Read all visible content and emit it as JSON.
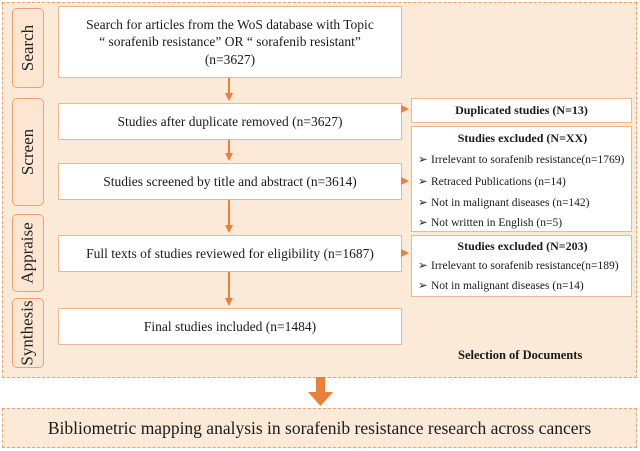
{
  "stages": {
    "search": "Search",
    "screen": "Screen",
    "appraise": "Appraise",
    "synthesis": "Synthesis"
  },
  "boxes": {
    "search_line1": "Search for articles from the WoS database with Topic",
    "search_line2": "“ sorafenib resistance” OR “ sorafenib resistant”",
    "search_line3": "(n=3627)",
    "duplicates": "Studies after duplicate removed (n=3627)",
    "screened": "Studies screened by title and abstract (n=3614)",
    "fulltext": "Full texts of studies reviewed for eligibility (n=1687)",
    "final": "Final studies included (n=1484)"
  },
  "side": {
    "duplicated_title": "Duplicated studies (N=13)",
    "excluded1_title": "Studies excluded (N=XX)",
    "excluded1_items": [
      "Irrelevant to sorafenib resistance(n=1769)",
      "Retraced Publications (n=14)",
      "Not in malignant diseases (n=142)",
      "Not written in English (n=5)"
    ],
    "excluded2_title": "Studies excluded (N=203)",
    "excluded2_items": [
      "Irrelevant to sorafenib resistance(n=189)",
      "Not in malignant diseases (n=14)"
    ],
    "bullet": "➢"
  },
  "selection_label": "Selection of Documents",
  "bottom_text": "Bibliometric mapping analysis in sorafenib resistance research across cancers",
  "colors": {
    "accent": "#ea7e3a",
    "stage_fill": "#fce6d2",
    "border": "#f0a070"
  }
}
